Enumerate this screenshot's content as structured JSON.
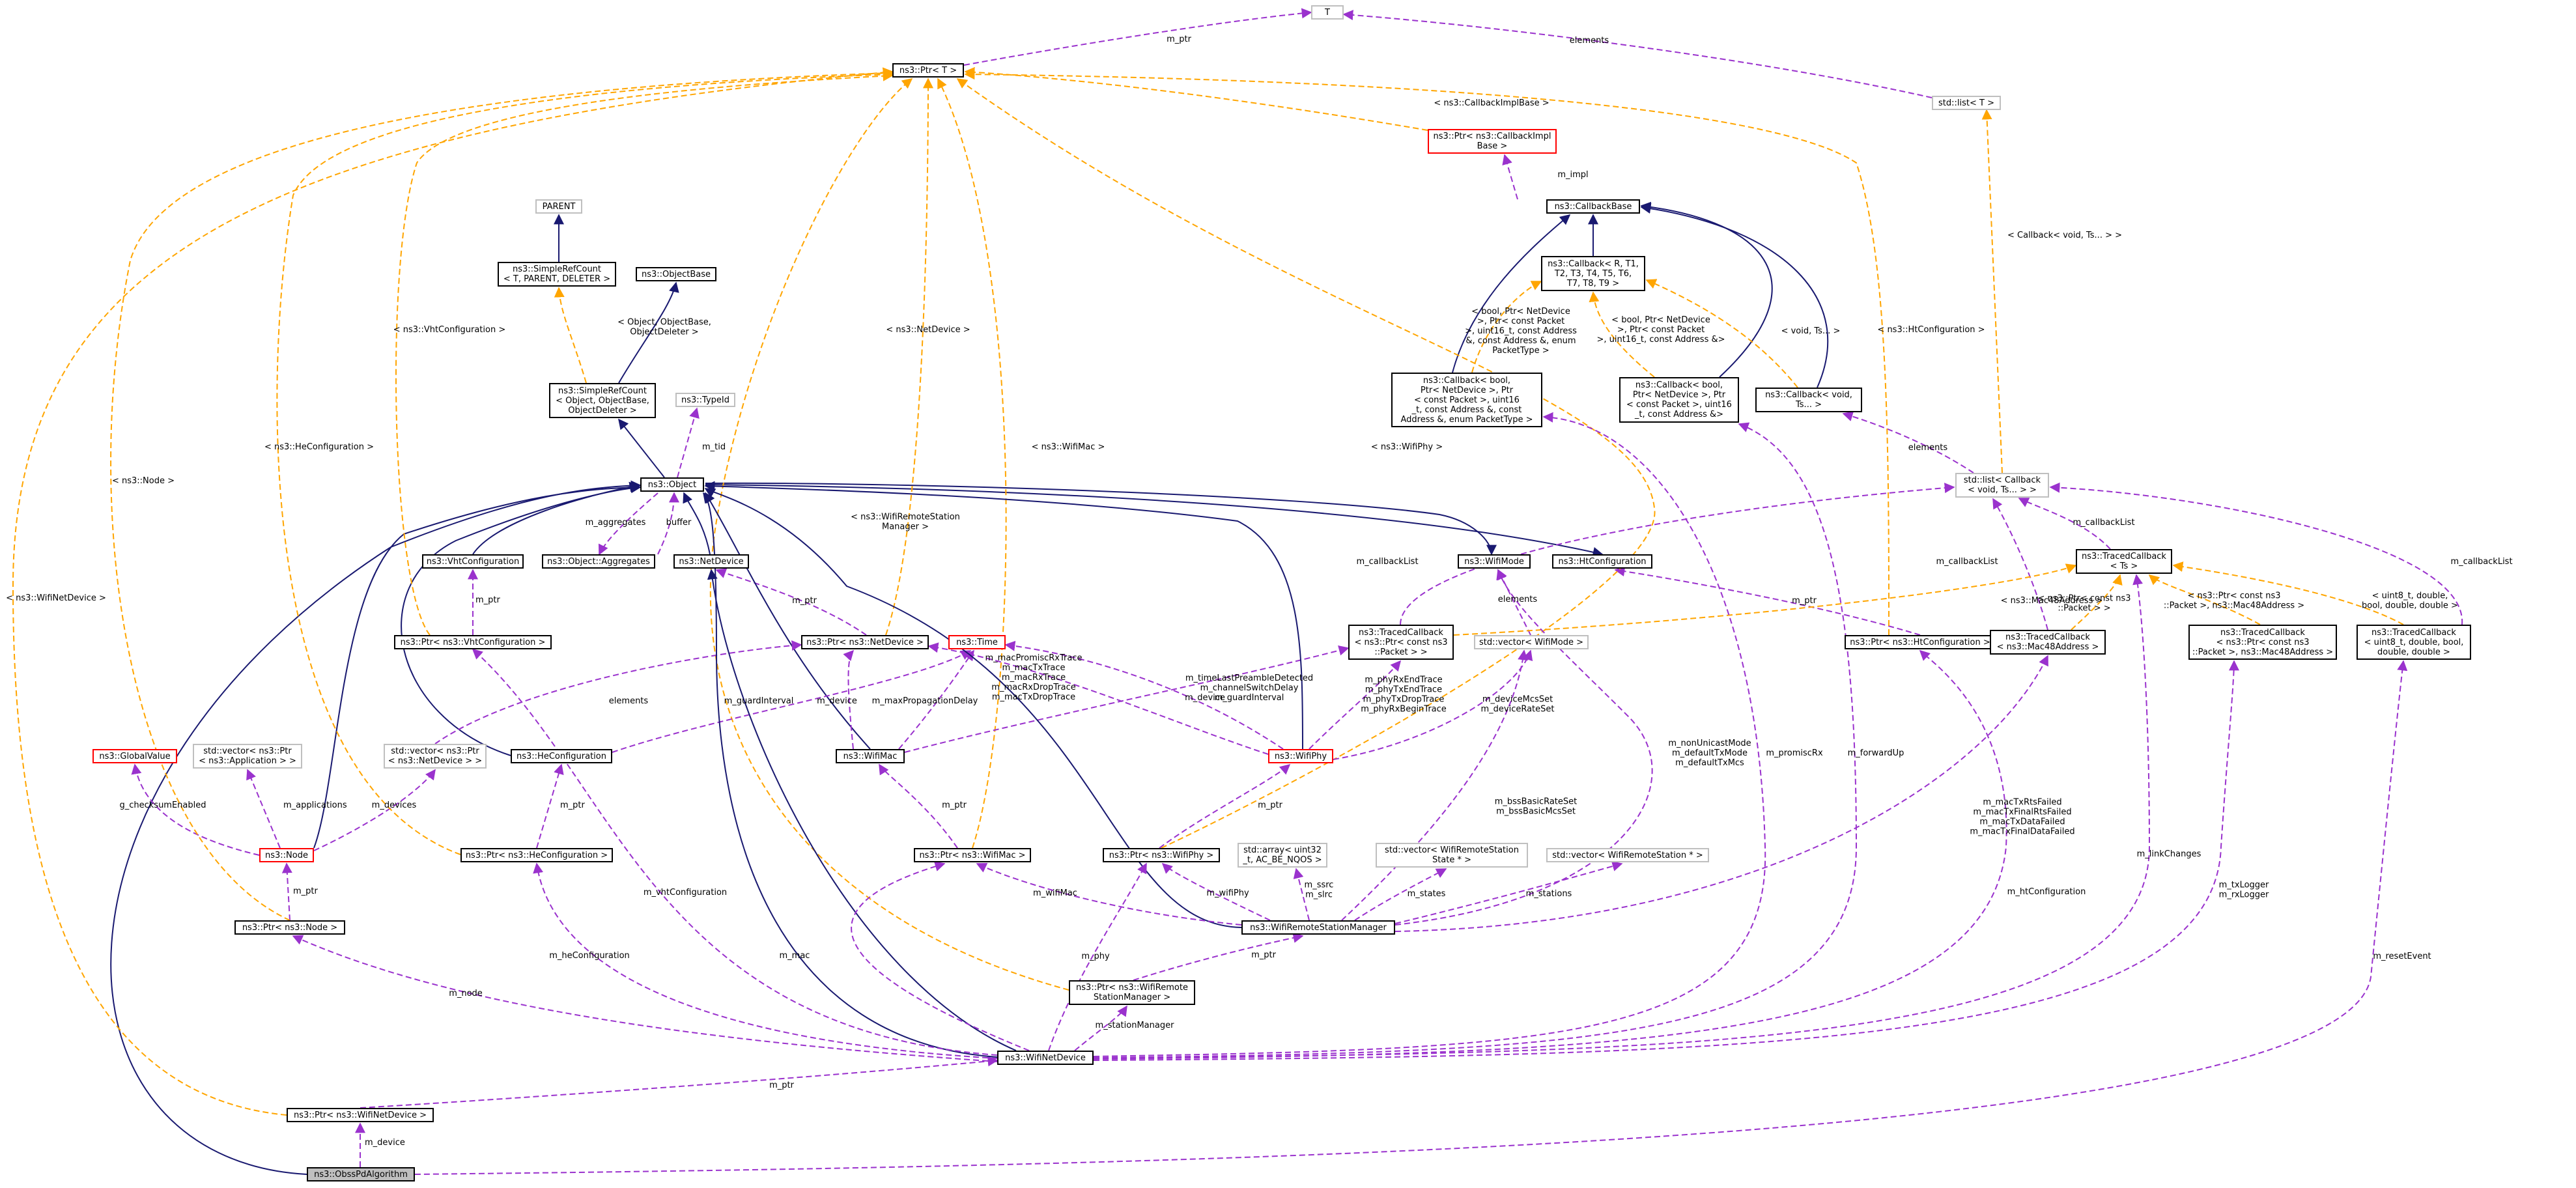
{
  "colors": {
    "inherit": "#191970",
    "usage": "#9a32cd",
    "template": "#ffa500",
    "node_border": "#000000",
    "incomplete_border": "#bfbfbf",
    "undocumented_border": "#ff0000",
    "focus_fill": "#bfbfbf"
  },
  "nodes": {
    "t": "T",
    "ptr_t": "ns3::Ptr< T >",
    "list_t": "std::list< T >",
    "ptr_cbimpl": "ns3::Ptr< ns3::CallbackImpl\nBase >",
    "callbackbase": "ns3::CallbackBase",
    "callback_r": "ns3::Callback< R, T1,\nT2, T3, T4, T5, T6,\nT7, T8, T9 >",
    "parent": "PARENT",
    "simplerefcount_t": "ns3::SimpleRefCount\n< T, PARENT, DELETER >",
    "objectbase": "ns3::ObjectBase",
    "simplerefcount_obj": "ns3::SimpleRefCount\n< Object, ObjectBase,\nObjectDeleter >",
    "typeid": "ns3::TypeId",
    "callback_bool1": "ns3::Callback< bool,\nPtr< NetDevice >, Ptr\n< const Packet >, uint16\n_t, const Address &, const\nAddress &, enum PacketType >",
    "callback_bool2": "ns3::Callback< bool,\nPtr< NetDevice >, Ptr\n< const Packet >, uint16\n_t, const Address &>",
    "callback_void": "ns3::Callback< void,\nTs... >",
    "list_callback": "std::list< Callback\n< void, Ts... > >",
    "object": "ns3::Object",
    "vhtconfig": "ns3::VhtConfiguration",
    "aggregates": "ns3::Object::Aggregates",
    "netdevice": "ns3::NetDevice",
    "wifimode": "ns3::WifiMode",
    "htconfig": "ns3::HtConfiguration",
    "tracedcb_ts": "ns3::TracedCallback\n< Ts >",
    "ptr_vhtconfig": "ns3::Ptr< ns3::VhtConfiguration >",
    "ptr_netdevice": "ns3::Ptr< ns3::NetDevice >",
    "time": "ns3::Time",
    "tracedcb_packet": "ns3::TracedCallback\n< ns3::Ptr< const ns3\n::Packet > >",
    "vec_wifimode": "std::vector< WifiMode >",
    "ptr_htconfig": "ns3::Ptr< ns3::HtConfiguration >",
    "tracedcb_mac48": "ns3::TracedCallback\n< ns3::Mac48Address >",
    "tracedcb_packet_mac48": "ns3::TracedCallback\n< ns3::Ptr< const ns3\n::Packet >, ns3::Mac48Address >",
    "tracedcb_uint8": "ns3::TracedCallback\n< uint8_t, double, bool,\ndouble, double >",
    "globalvalue": "ns3::GlobalValue",
    "vec_application": "std::vector< ns3::Ptr\n< ns3::Application > >",
    "vec_netdevice": "std::vector< ns3::Ptr\n< ns3::NetDevice > >",
    "heconfig": "ns3::HeConfiguration",
    "wifimac": "ns3::WifiMac",
    "wifiphy": "ns3::WifiPhy",
    "node": "ns3::Node",
    "ptr_heconfig": "ns3::Ptr< ns3::HeConfiguration >",
    "ptr_wifimac": "ns3::Ptr< ns3::WifiMac >",
    "ptr_wifiphy": "ns3::Ptr< ns3::WifiPhy >",
    "array_uint32": "std::array< uint32\n_t, AC_BE_NQOS >",
    "vec_wifiremotestate": "std::vector< WifiRemoteStation\nState * >",
    "vec_wifiremotestation": "std::vector< WifiRemoteStation * >",
    "ptr_node": "ns3::Ptr< ns3::Node >",
    "wifiremotemanager": "ns3::WifiRemoteStationManager",
    "ptr_wifiremotemanager": "ns3::Ptr< ns3::WifiRemote\nStationManager >",
    "wifinetdevice": "ns3::WifiNetDevice",
    "ptr_wifinetdevice": "ns3::Ptr< ns3::WifiNetDevice >",
    "obsspdalgorithm": "ns3::ObssPdAlgorithm"
  },
  "edge_labels": {
    "m_ptr": "m_ptr",
    "elements": "elements",
    "callbackimplbase": "< ns3::CallbackImplBase >",
    "m_impl": "m_impl",
    "callback_void_ts": "< Callback< void, Ts... > >",
    "object_objectbase": "< Object, ObjectBase,\nObjectDeleter >",
    "vhtconfiguration": "< ns3::VhtConfiguration >",
    "netdevice": "< ns3::NetDevice >",
    "heconfiguration": "< ns3::HeConfiguration >",
    "wifimac": "< ns3::WifiMac >",
    "node": "< ns3::Node >",
    "wifinetdevice": "< ns3::WifiNetDevice >",
    "wifiremotestationmanager": "< ns3::WifiRemoteStation\nManager >",
    "wifiphy": "< ns3::WifiPhy >",
    "htconfiguration": "< ns3::HtConfiguration >",
    "m_tid": "m_tid",
    "m_aggregates": "m_aggregates",
    "buffer": "buffer",
    "cb_bool1": "< bool, Ptr< NetDevice\n>, Ptr< const Packet\n>, uint16_t, const Address\n&, const Address &, enum\nPacketType >",
    "cb_bool2": "< bool, Ptr< NetDevice\n>, Ptr< const Packet\n>, uint16_t, const Address &>",
    "cb_void_ts": "< void, Ts... >",
    "m_callbacklist": "m_callbackList",
    "ptr_const_packet": "< ns3::Ptr< const ns3\n::Packet > >",
    "mac48address": "< ns3::Mac48Address >",
    "ptr_packet_mac48": "< ns3::Ptr< const ns3\n::Packet >, ns3::Mac48Address >",
    "uint8_double": "< uint8_t, double,\nbool, double, double >",
    "mac_traces": "m_macPromiscRxTrace\nm_macTxTrace\nm_macRxTrace\nm_macRxDropTrace\nm_macTxDropTrace",
    "m_guardinterval": "m_guardInterval",
    "m_device": "m_device",
    "m_maxpropagationdelay": "m_maxPropagationDelay",
    "time_fields": "m_timeLastPreambleDetected\nm_channelSwitchDelay\nm_guardInterval",
    "phy_traces": "m_phyRxEndTrace\nm_phyTxEndTrace\nm_phyTxDropTrace\nm_phyRxBeginTrace",
    "m_devicemcsset": "m_deviceMcsSet\nm_deviceRateSet",
    "m_nonunicastmode": "m_nonUnicastMode\nm_defaultTxMode\nm_defaultTxMcs",
    "m_bssbasic": "m_bssBasicRateSet\nm_bssBasicMcsSet",
    "g_checksumenabled": "g_checksumEnabled",
    "m_applications": "m_applications",
    "m_devices": "m_devices",
    "m_promiscrx": "m_promiscRx",
    "m_forwardup": "m_forwardUp",
    "mac_tx_failed": "m_macTxRtsFailed\nm_macTxFinalRtsFailed\nm_macTxDataFailed\nm_macTxFinalDataFailed",
    "m_linkchanges": "m_linkChanges",
    "m_htconfiguration": "m_htConfiguration",
    "m_txlogger": "m_txLogger\nm_rxLogger",
    "m_resetevent": "m_resetEvent",
    "m_vhtconfiguration": "m_vhtConfiguration",
    "m_heconfiguration": "m_heConfiguration",
    "m_node": "m_node",
    "m_mac": "m_mac",
    "m_phy": "m_phy",
    "m_wifimac": "m_wifiMac",
    "m_wifiphy": "m_wifiPhy",
    "m_ssrc": "m_ssrc\nm_slrc",
    "m_states": "m_states",
    "m_stations": "m_stations",
    "m_stationmanager": "m_stationManager"
  }
}
